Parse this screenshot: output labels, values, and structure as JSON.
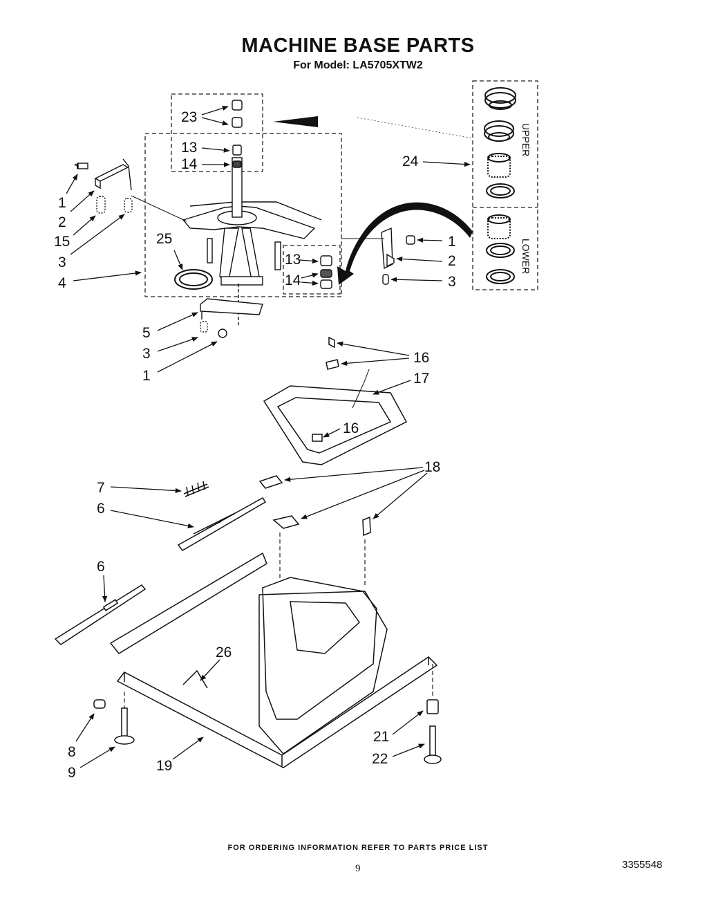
{
  "header": {
    "title": "MACHINE BASE PARTS",
    "subtitle": "For Model: LA5705XTW2"
  },
  "inset_labels": {
    "upper": "UPPER",
    "lower": "LOWER"
  },
  "callouts": {
    "c23": "23",
    "c13a": "13",
    "c14a": "14",
    "c24": "24",
    "c1a": "1",
    "c2a": "2",
    "c15": "15",
    "c3a": "3",
    "c4": "4",
    "c25": "25",
    "c13b": "13",
    "c14b": "14",
    "c1b": "1",
    "c2b": "2",
    "c3b": "3",
    "c5": "5",
    "c3c": "3",
    "c1c": "1",
    "c16a": "16",
    "c17": "17",
    "c16b": "16",
    "c18": "18",
    "c7": "7",
    "c6a": "6",
    "c6b": "6",
    "c26": "26",
    "c8": "8",
    "c9": "9",
    "c19": "19",
    "c21": "21",
    "c22": "22"
  },
  "footer": {
    "ordering_note": "FOR ORDERING INFORMATION REFER TO PARTS PRICE LIST",
    "page_number": "9",
    "document_number": "3355548"
  }
}
